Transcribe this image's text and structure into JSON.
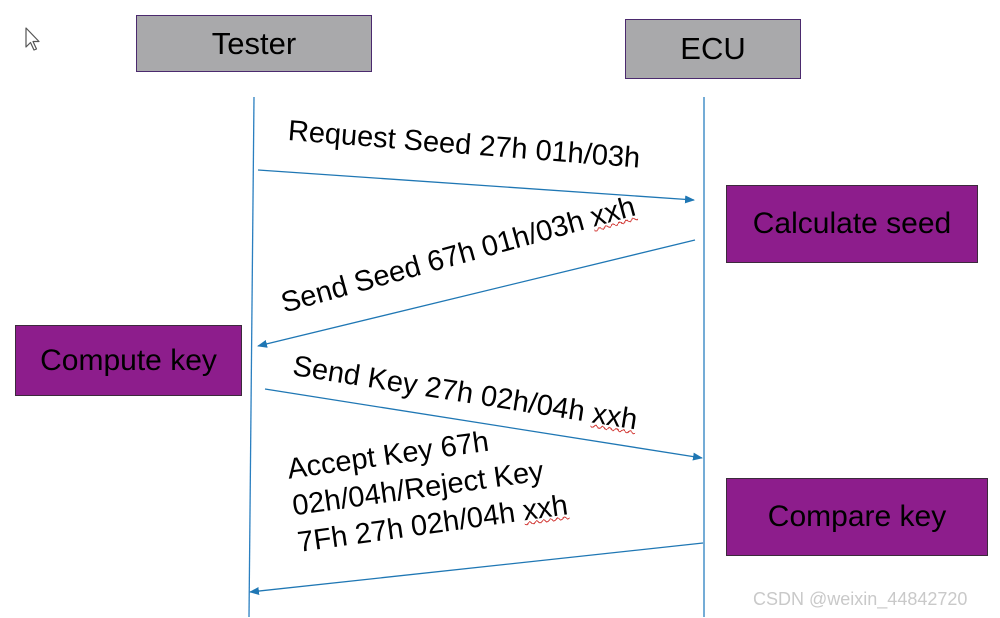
{
  "participants": {
    "tester": "Tester",
    "ecu": "ECU"
  },
  "actions": {
    "calculate_seed": "Calculate seed",
    "compute_key": "Compute key",
    "compare_key": "Compare key"
  },
  "messages": {
    "request_seed": {
      "text": "Request Seed 27h 01h/03h"
    },
    "send_seed": {
      "prefix": "Send Seed 67h 01h/03h ",
      "squiggle": "xxh"
    },
    "send_key": {
      "prefix": "Send Key 27h 02h/04h ",
      "squiggle": "xxh"
    },
    "accept_key": {
      "line1": "Accept Key 67h",
      "line2": "02h/04h/Reject Key",
      "line3_prefix": "7Fh 27h 02h/04h ",
      "line3_squiggle": "xxh"
    }
  },
  "colors": {
    "arrow": "#1f77b4",
    "participant_fill": "#a9a9ab",
    "action_fill": "#8d1d8c"
  },
  "watermark": "CSDN @weixin_44842720"
}
